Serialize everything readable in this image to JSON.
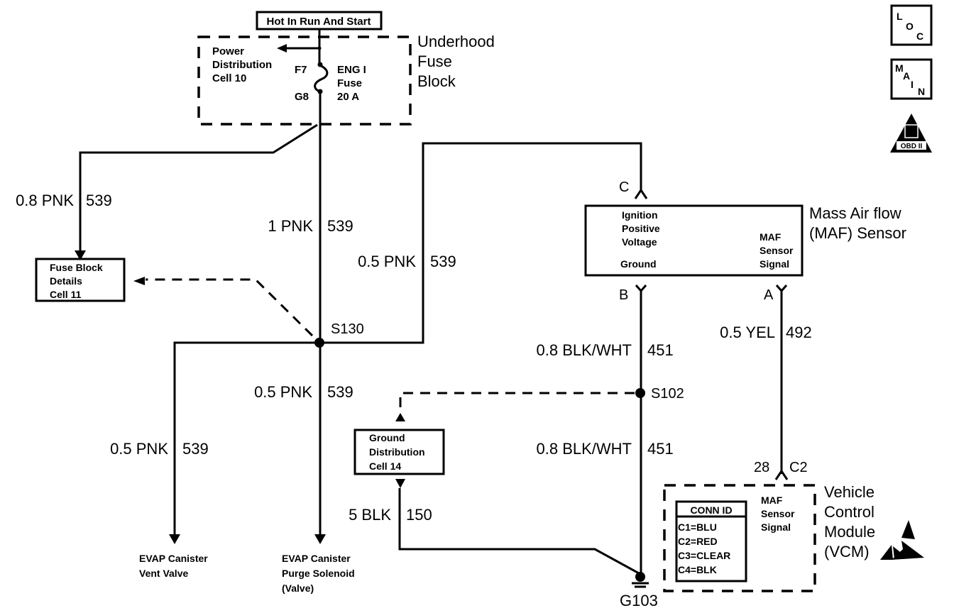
{
  "header": {
    "hot_label": "Hot In Run And Start"
  },
  "nav_icons": {
    "loc": [
      "L",
      "O",
      "C"
    ],
    "main": [
      "M",
      "A",
      "I",
      "N"
    ],
    "obd": {
      "top": "II",
      "bottom": "OBD II"
    }
  },
  "fuse_block": {
    "title": [
      "Underhood",
      "Fuse",
      "Block"
    ],
    "power_ref": [
      "Power",
      "Distribution",
      "Cell 10"
    ],
    "pin_in": "F7",
    "pin_out": "G8",
    "fuse_label": [
      "ENG I",
      "Fuse",
      "20 A"
    ]
  },
  "wires": {
    "w1": {
      "gauge_color": "0.8 PNK",
      "circuit": "539"
    },
    "w2": {
      "gauge_color": "1 PNK",
      "circuit": "539"
    },
    "w3": {
      "gauge_color": "0.5 PNK",
      "circuit": "539"
    },
    "w4": {
      "gauge_color": "0.5 PNK",
      "circuit": "539"
    },
    "w5": {
      "gauge_color": "0.5 PNK",
      "circuit": "539"
    },
    "w6": {
      "gauge_color": "0.8 BLK/WHT",
      "circuit": "451"
    },
    "w7": {
      "gauge_color": "0.8 BLK/WHT",
      "circuit": "451"
    },
    "w8": {
      "gauge_color": "0.5 YEL",
      "circuit": "492"
    },
    "w9": {
      "gauge_color": "5 BLK",
      "circuit": "150"
    }
  },
  "refs": {
    "fuse_block_details": [
      "Fuse Block",
      "Details",
      "Cell 11"
    ],
    "ground_distribution": [
      "Ground",
      "Distribution",
      "Cell 14"
    ]
  },
  "splices": {
    "s130": "S130",
    "s102": "S102"
  },
  "ground": {
    "label": "G103"
  },
  "maf": {
    "title": [
      "Mass Air flow",
      "(MAF) Sensor"
    ],
    "pins": {
      "c": "C",
      "b": "B",
      "a": "A"
    },
    "left_labels": [
      "Ignition",
      "Positive",
      "Voltage"
    ],
    "ground_label": "Ground",
    "right_labels": [
      "MAF",
      "Sensor",
      "Signal"
    ]
  },
  "loads": {
    "vent": [
      "EVAP Canister",
      "Vent Valve"
    ],
    "purge": [
      "EVAP Canister",
      "Purge Solenoid",
      "(Valve)"
    ]
  },
  "vcm": {
    "title": [
      "Vehicle",
      "Control",
      "Module",
      "(VCM)"
    ],
    "pin": "28",
    "connector": "C2",
    "signal_labels": [
      "MAF",
      "Sensor",
      "Signal"
    ],
    "conn_id_header": "CONN ID",
    "conn_ids": [
      "C1=BLU",
      "C2=RED",
      "C3=CLEAR",
      "C4=BLK"
    ]
  }
}
